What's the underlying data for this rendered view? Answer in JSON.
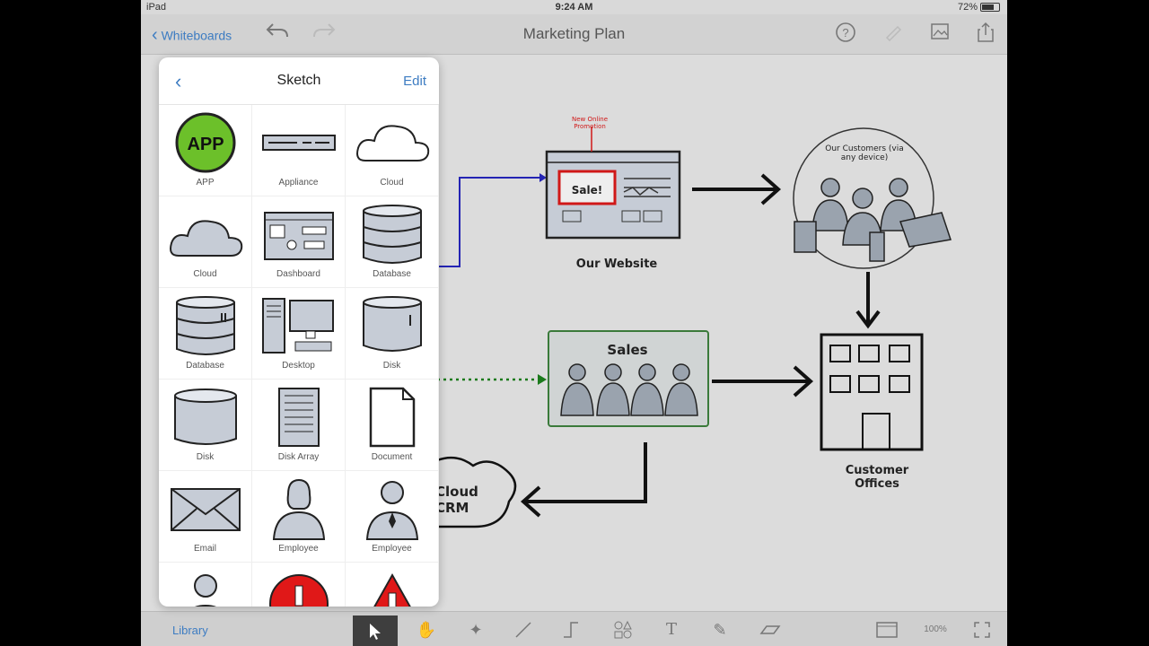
{
  "status": {
    "device": "iPad",
    "time": "9:24 AM",
    "battery": "72%"
  },
  "nav": {
    "back_label": "Whiteboards",
    "title": "Marketing Plan"
  },
  "panel": {
    "title": "Sketch",
    "edit_label": "Edit",
    "items": [
      {
        "label": "APP",
        "icon": "app-icon"
      },
      {
        "label": "Appliance",
        "icon": "appliance-icon"
      },
      {
        "label": "Cloud",
        "icon": "cloud-icon"
      },
      {
        "label": "Cloud",
        "icon": "cloud-icon"
      },
      {
        "label": "Dashboard",
        "icon": "dashboard-icon"
      },
      {
        "label": "Database",
        "icon": "database-icon"
      },
      {
        "label": "Database",
        "icon": "database-icon"
      },
      {
        "label": "Desktop",
        "icon": "desktop-icon"
      },
      {
        "label": "Disk",
        "icon": "disk-icon"
      },
      {
        "label": "Disk",
        "icon": "disk-icon"
      },
      {
        "label": "Disk Array",
        "icon": "disk-array-icon"
      },
      {
        "label": "Document",
        "icon": "document-icon"
      },
      {
        "label": "Email",
        "icon": "email-icon"
      },
      {
        "label": "Employee",
        "icon": "employee-icon"
      },
      {
        "label": "Employee",
        "icon": "employee-icon"
      }
    ],
    "app_badge": "APP"
  },
  "canvas": {
    "promo_note": "New Online Promotion",
    "sale_label": "Sale!",
    "website_label": "Our Website",
    "customers_label": "Our Customers (via any device)",
    "sales_label": "Sales",
    "offices_label": "Customer Offices",
    "crm_label": "Cloud CRM"
  },
  "toolbar": {
    "library_label": "Library",
    "zoom_label": "100%"
  }
}
